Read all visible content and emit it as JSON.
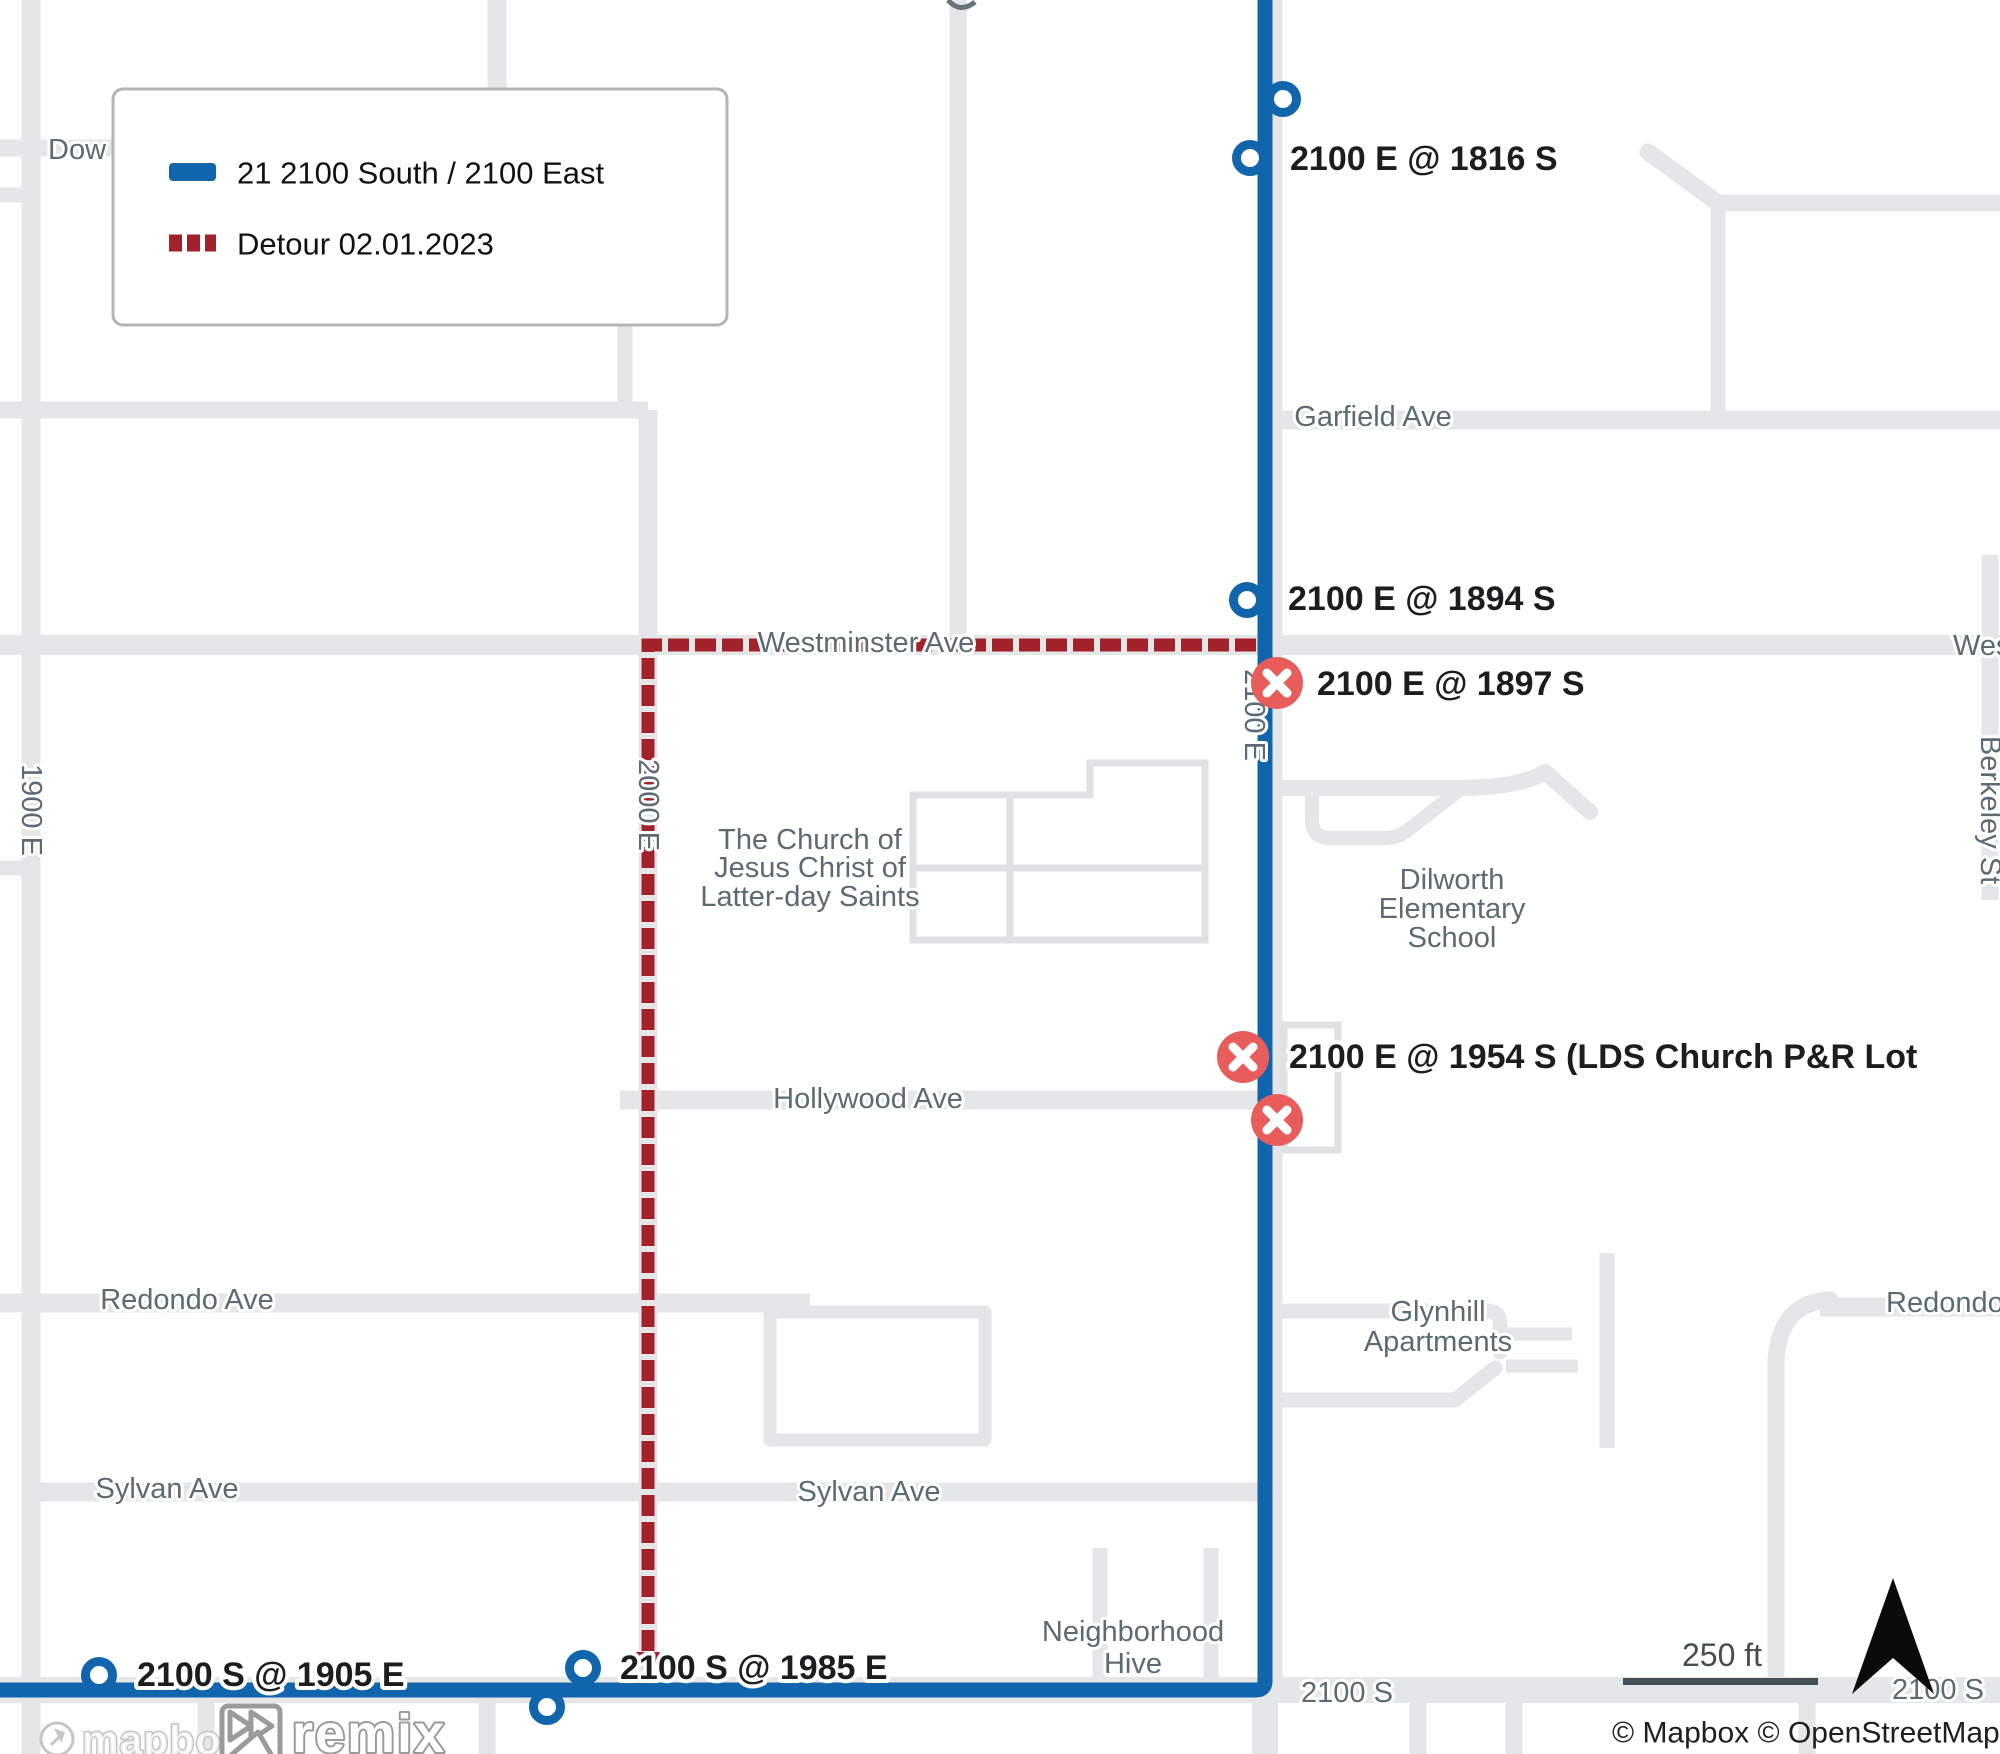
{
  "legend": {
    "route_label": "21 2100 South / 2100 East",
    "detour_label": "Detour 02.01.2023"
  },
  "labels": {
    "stops": {
      "s1816": "2100 E @ 1816 S",
      "s1894": "2100 E @ 1894 S",
      "s1897": "2100 E @ 1897 S",
      "s1954": "2100 E @ 1954 S (LDS Church P&R Lot",
      "s1905": "2100 S @ 1905 E",
      "s1985": "2100 S @ 1985 E"
    },
    "streets": {
      "westminster": "Westminster Ave",
      "garfield": "Garfield Ave",
      "hollywood": "Hollywood Ave",
      "redondo_ave": "Redondo Ave",
      "redondo_right": "Redondo",
      "sylvan_west": "Sylvan Ave",
      "sylvan_mid": "Sylvan Ave",
      "s2100_mid": "2100 S",
      "s2100_right": "2100 S",
      "e1900": "1900 E",
      "e2000": "2000 E",
      "e2100": "2100 E",
      "berkeley": "Berkeley St",
      "wes_partial": "Wes",
      "dow_partial": "Dow"
    },
    "pois": {
      "church": [
        "The Church of",
        "Jesus Christ of",
        "Latter-day Saints"
      ],
      "dilworth": [
        "Dilworth",
        "Elementary",
        "School"
      ],
      "glynhill": [
        "Glynhill",
        "Apartments"
      ],
      "hive": [
        "Neighborhood",
        "Hive"
      ]
    }
  },
  "controls": {
    "scale_text": "250 ft",
    "attribution": "© Mapbox © OpenStreetMap",
    "mapbox_logo": "mapbox",
    "remix_logo": "remix"
  },
  "colors": {
    "route": "#1065ad",
    "detour": "#a3212a",
    "closed": "#e85c5c",
    "road": "#e4e6e8",
    "building": "#dfe1e3",
    "street-label": "#5d6a74",
    "stop-label": "#1b1d1f",
    "legend-border": "#b5b5b5",
    "scale": "#454e54"
  }
}
